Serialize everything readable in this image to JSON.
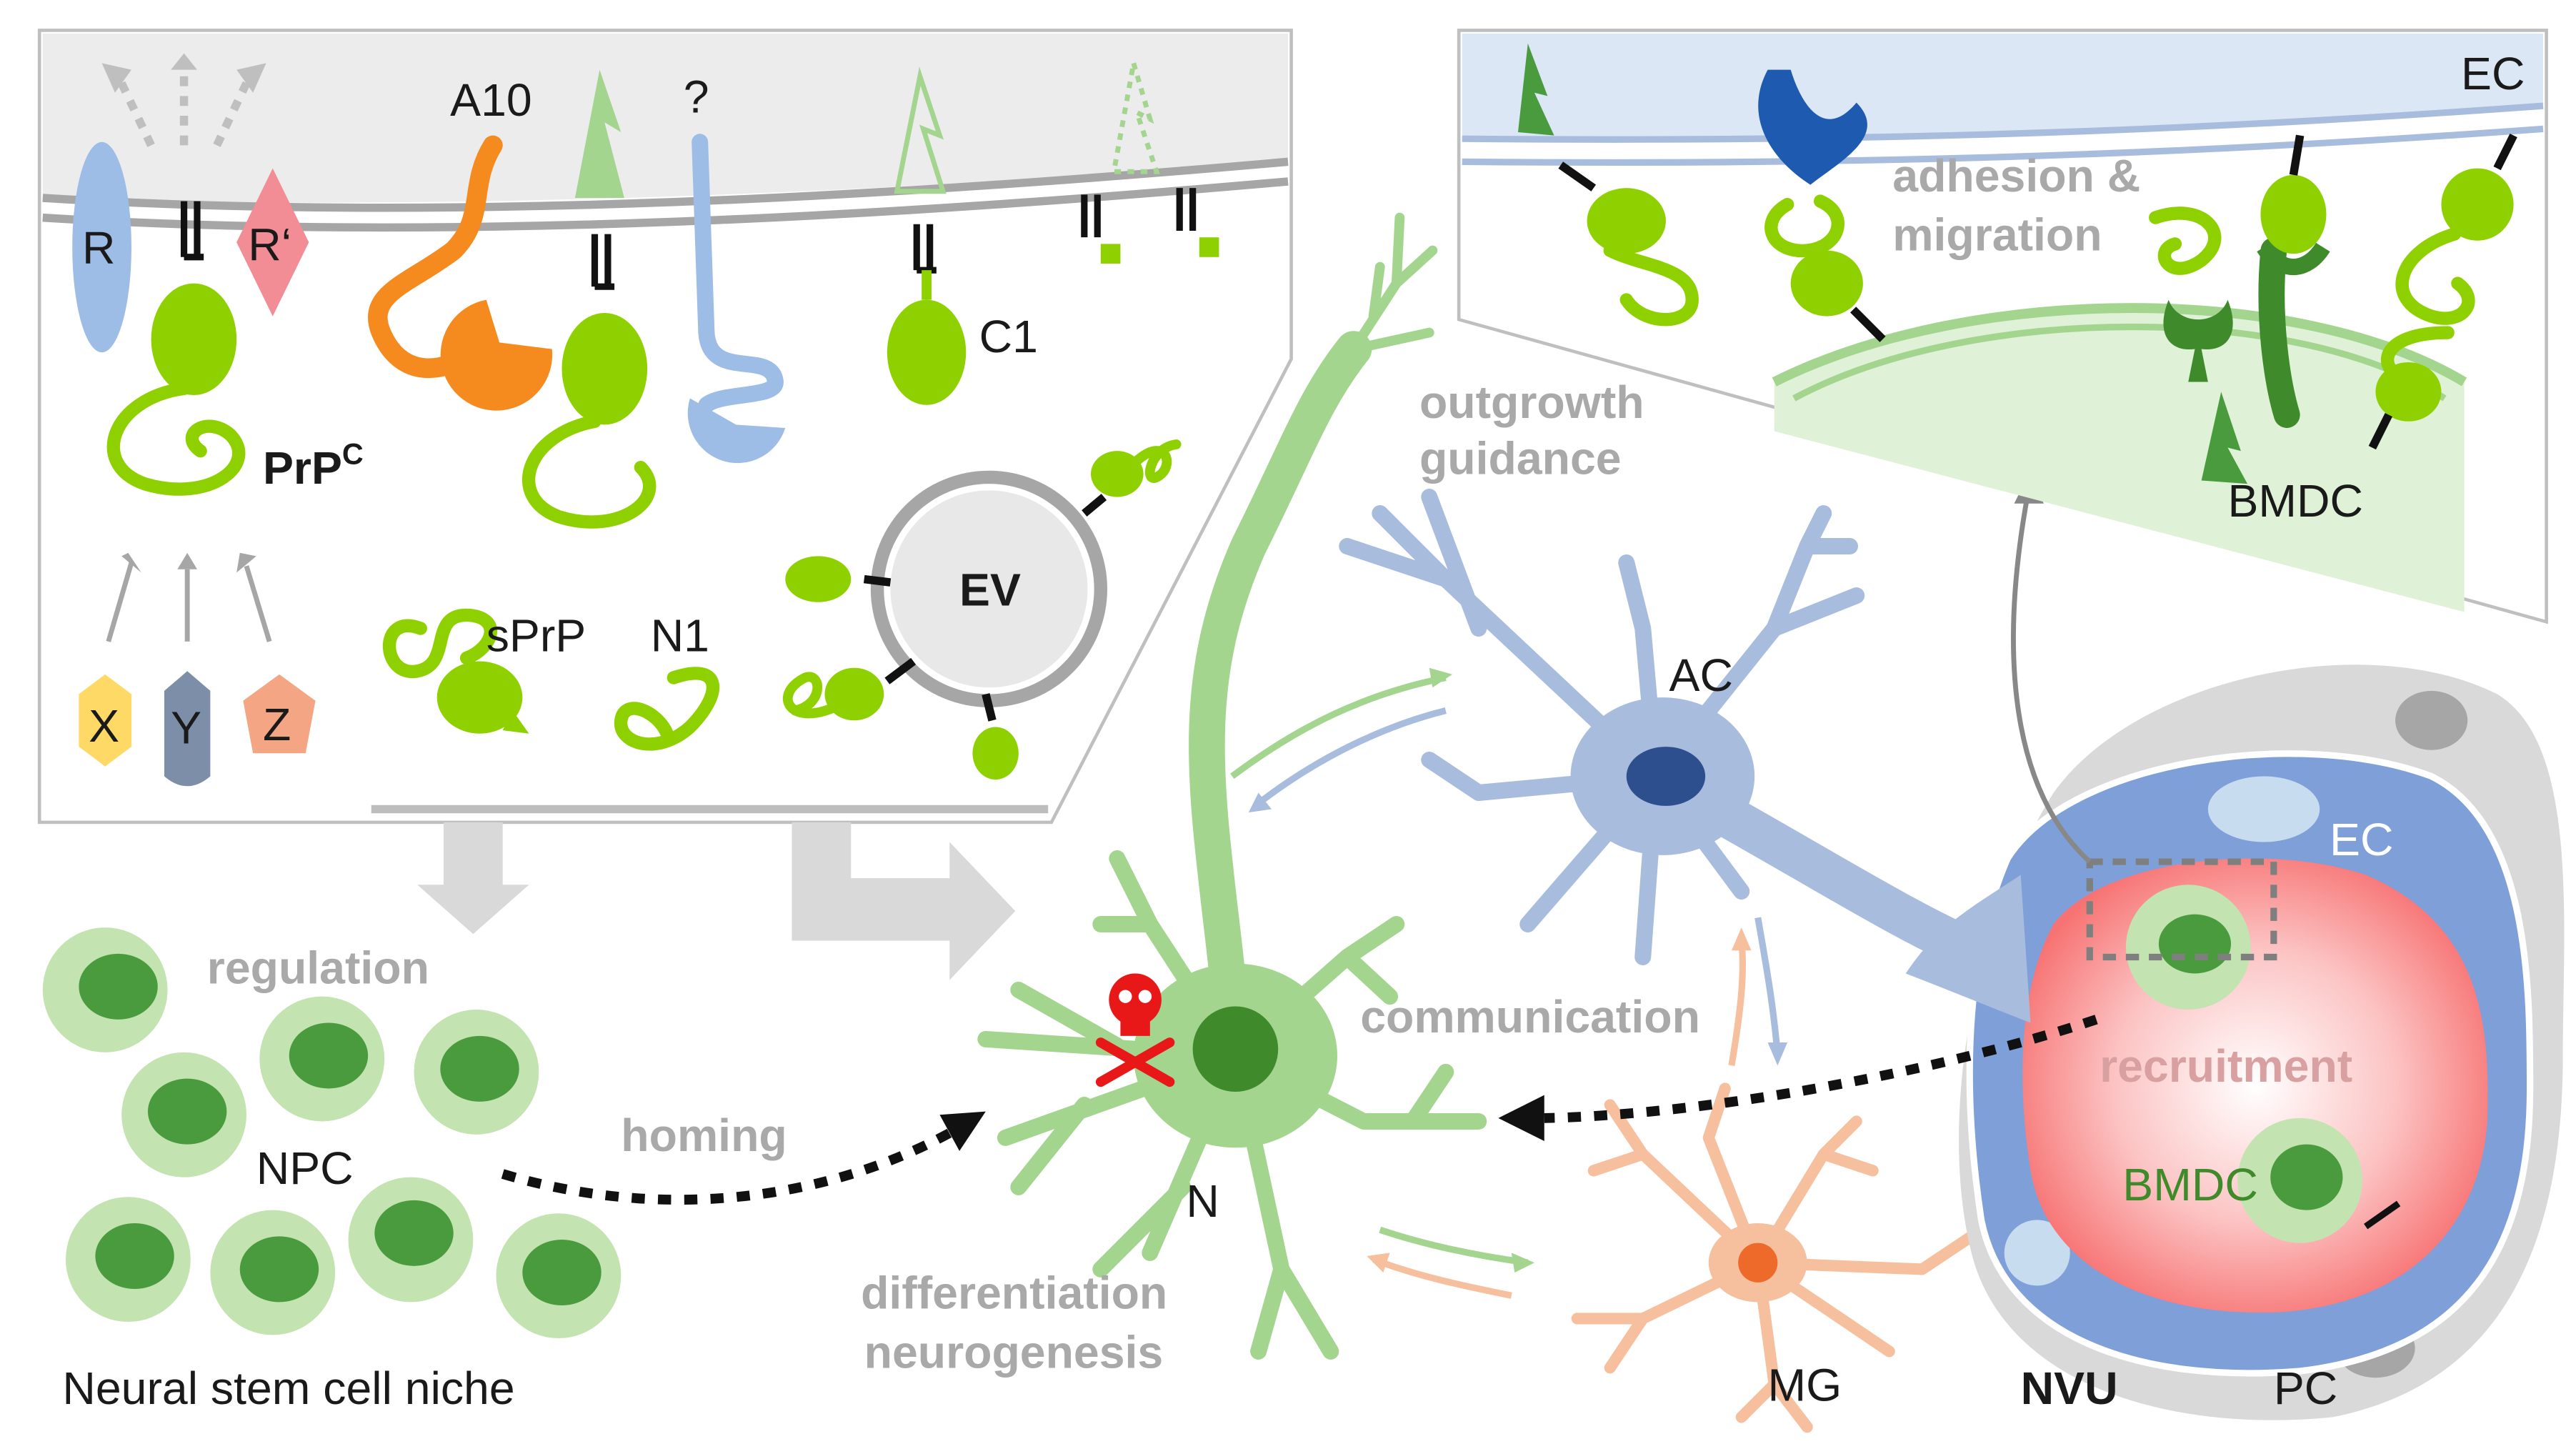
{
  "labels": {
    "R": "R",
    "R_prime": "R‘",
    "A10": "A10",
    "question": "?",
    "C1": "C1",
    "PrPC_main": "PrP",
    "PrPC_sup": "C",
    "sPrP": "sPrP",
    "N1": "N1",
    "EV": "EV",
    "X": "X",
    "Y": "Y",
    "Z": "Z",
    "regulation": "regulation",
    "NPC": "NPC",
    "homing": "homing",
    "niche": "Neural stem cell niche",
    "outgrowth_guidance_1": "outgrowth",
    "outgrowth_guidance_2": "guidance",
    "AC": "AC",
    "communication": "communication",
    "N": "N",
    "differentiation_1": "differentiation",
    "differentiation_2": "neurogenesis",
    "MG": "MG",
    "NVU": "NVU",
    "PC": "PC",
    "EC_top": "EC",
    "EC_vessel": "EC",
    "recruitment": "recruitment",
    "BMDC_vessel": "BMDC",
    "adhesion_1": "adhesion &",
    "adhesion_2": "migration",
    "BMDC_inset": "BMDC"
  },
  "colors": {
    "prion_green": "#8fd100",
    "dark_green": "#3f8a2a",
    "light_green": "#b7dea0",
    "neuron_green": "#a3d58f",
    "astro_blue": "#a8bcde",
    "astro_nucleus": "#2d4f8e",
    "microglia": "#f6c09e",
    "microglia_nucleus": "#ee6a2a",
    "vessel_blue": "#7f9fd9",
    "lumen_red": "#fa7f7f",
    "pericyte_gray": "#d9d9d9",
    "membrane_gray": "#a6a6a6",
    "label_gray": "#a9a9a9",
    "receptor_blue": "#9dbde6",
    "receptor_pink": "#f28c95",
    "a10_orange": "#f58a1f",
    "x_yellow": "#ffd966",
    "y_slate": "#7d8fa8",
    "z_salmon": "#f4a583",
    "inset_top_blue": "#dce7f6",
    "skull_red": "#e81818"
  }
}
